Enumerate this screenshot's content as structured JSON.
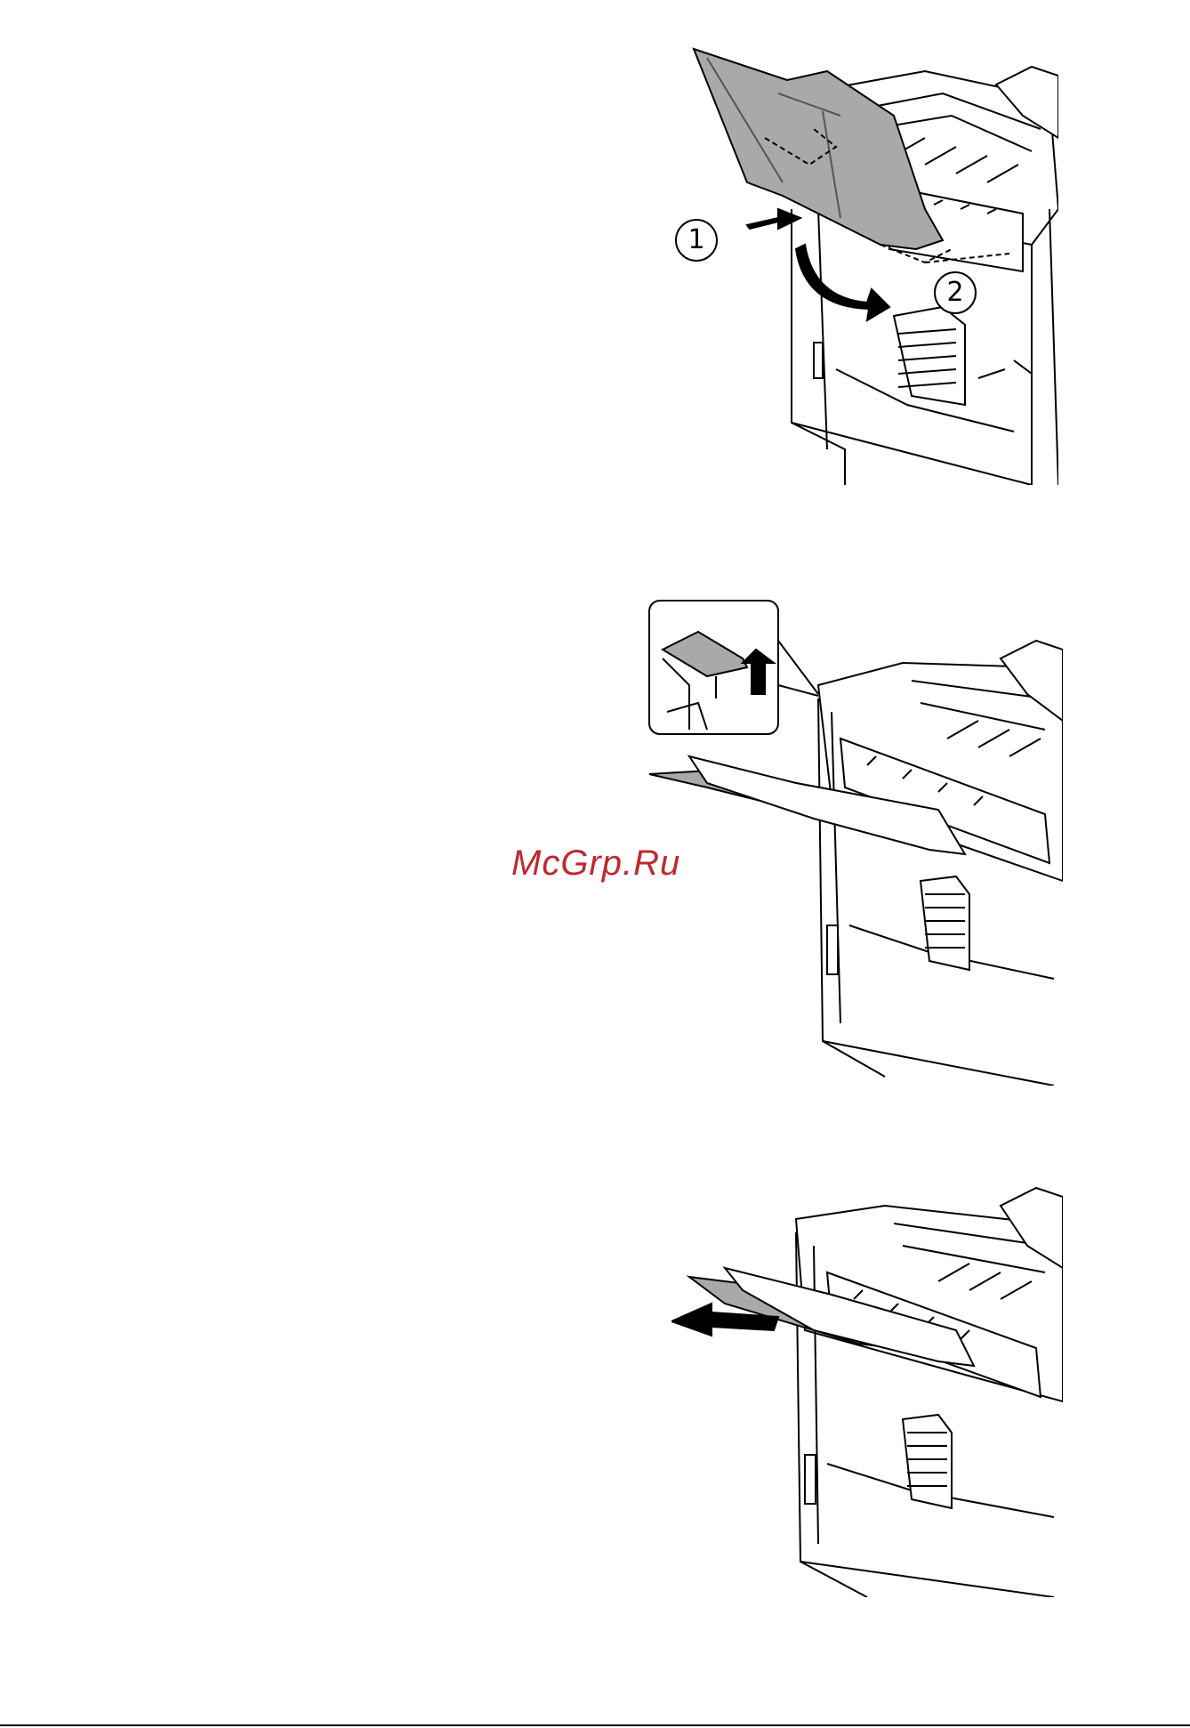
{
  "figures": [
    {
      "name": "attach-paper-tray-figure",
      "callouts": [
        "1",
        "2"
      ]
    },
    {
      "name": "raise-stopper-figure"
    },
    {
      "name": "extend-tray-figure"
    }
  ],
  "watermark": {
    "text": "McGrp.Ru"
  },
  "colors": {
    "ink": "#000000",
    "tray_fill": "#a9a9a9",
    "watermark": "#c0282d"
  },
  "icons": [
    "push-arrow-icon",
    "rotate-arrow-icon",
    "up-arrow-icon",
    "pull-arrow-icon"
  ]
}
